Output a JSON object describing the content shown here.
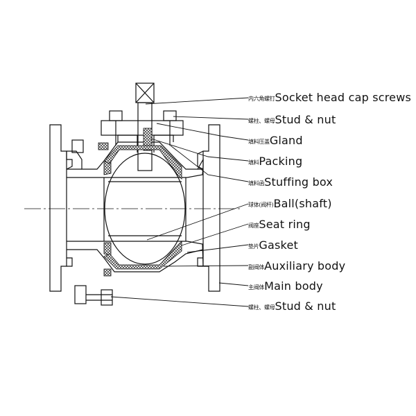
{
  "colors": {
    "line": "#111111",
    "background": "#ffffff",
    "packing_hatch": "#222222"
  },
  "callouts": [
    {
      "id": "socket-head-cap-screws",
      "zh": "内六角螺钉",
      "en": "Socket head cap screws"
    },
    {
      "id": "stud-nut-top",
      "zh": "螺柱、螺母",
      "en": "Stud & nut"
    },
    {
      "id": "gland",
      "zh": "填料压盖",
      "en": "Gland"
    },
    {
      "id": "packing",
      "zh": "填料",
      "en": "Packing"
    },
    {
      "id": "stuffing-box",
      "zh": "填料函",
      "en": "Stuffing box"
    },
    {
      "id": "ball-shaft",
      "zh": "球体(阀杆)",
      "en": "Ball(shaft)"
    },
    {
      "id": "seat-ring",
      "zh": "阀座",
      "en": "Seat ring"
    },
    {
      "id": "gasket",
      "zh": "垫片",
      "en": "Gasket"
    },
    {
      "id": "auxiliary-body",
      "zh": "副阀体",
      "en": "Auxiliary body"
    },
    {
      "id": "main-body",
      "zh": "主阀体",
      "en": "Main body"
    },
    {
      "id": "stud-nut-bottom",
      "zh": "螺柱、螺母",
      "en": "Stud & nut"
    }
  ]
}
